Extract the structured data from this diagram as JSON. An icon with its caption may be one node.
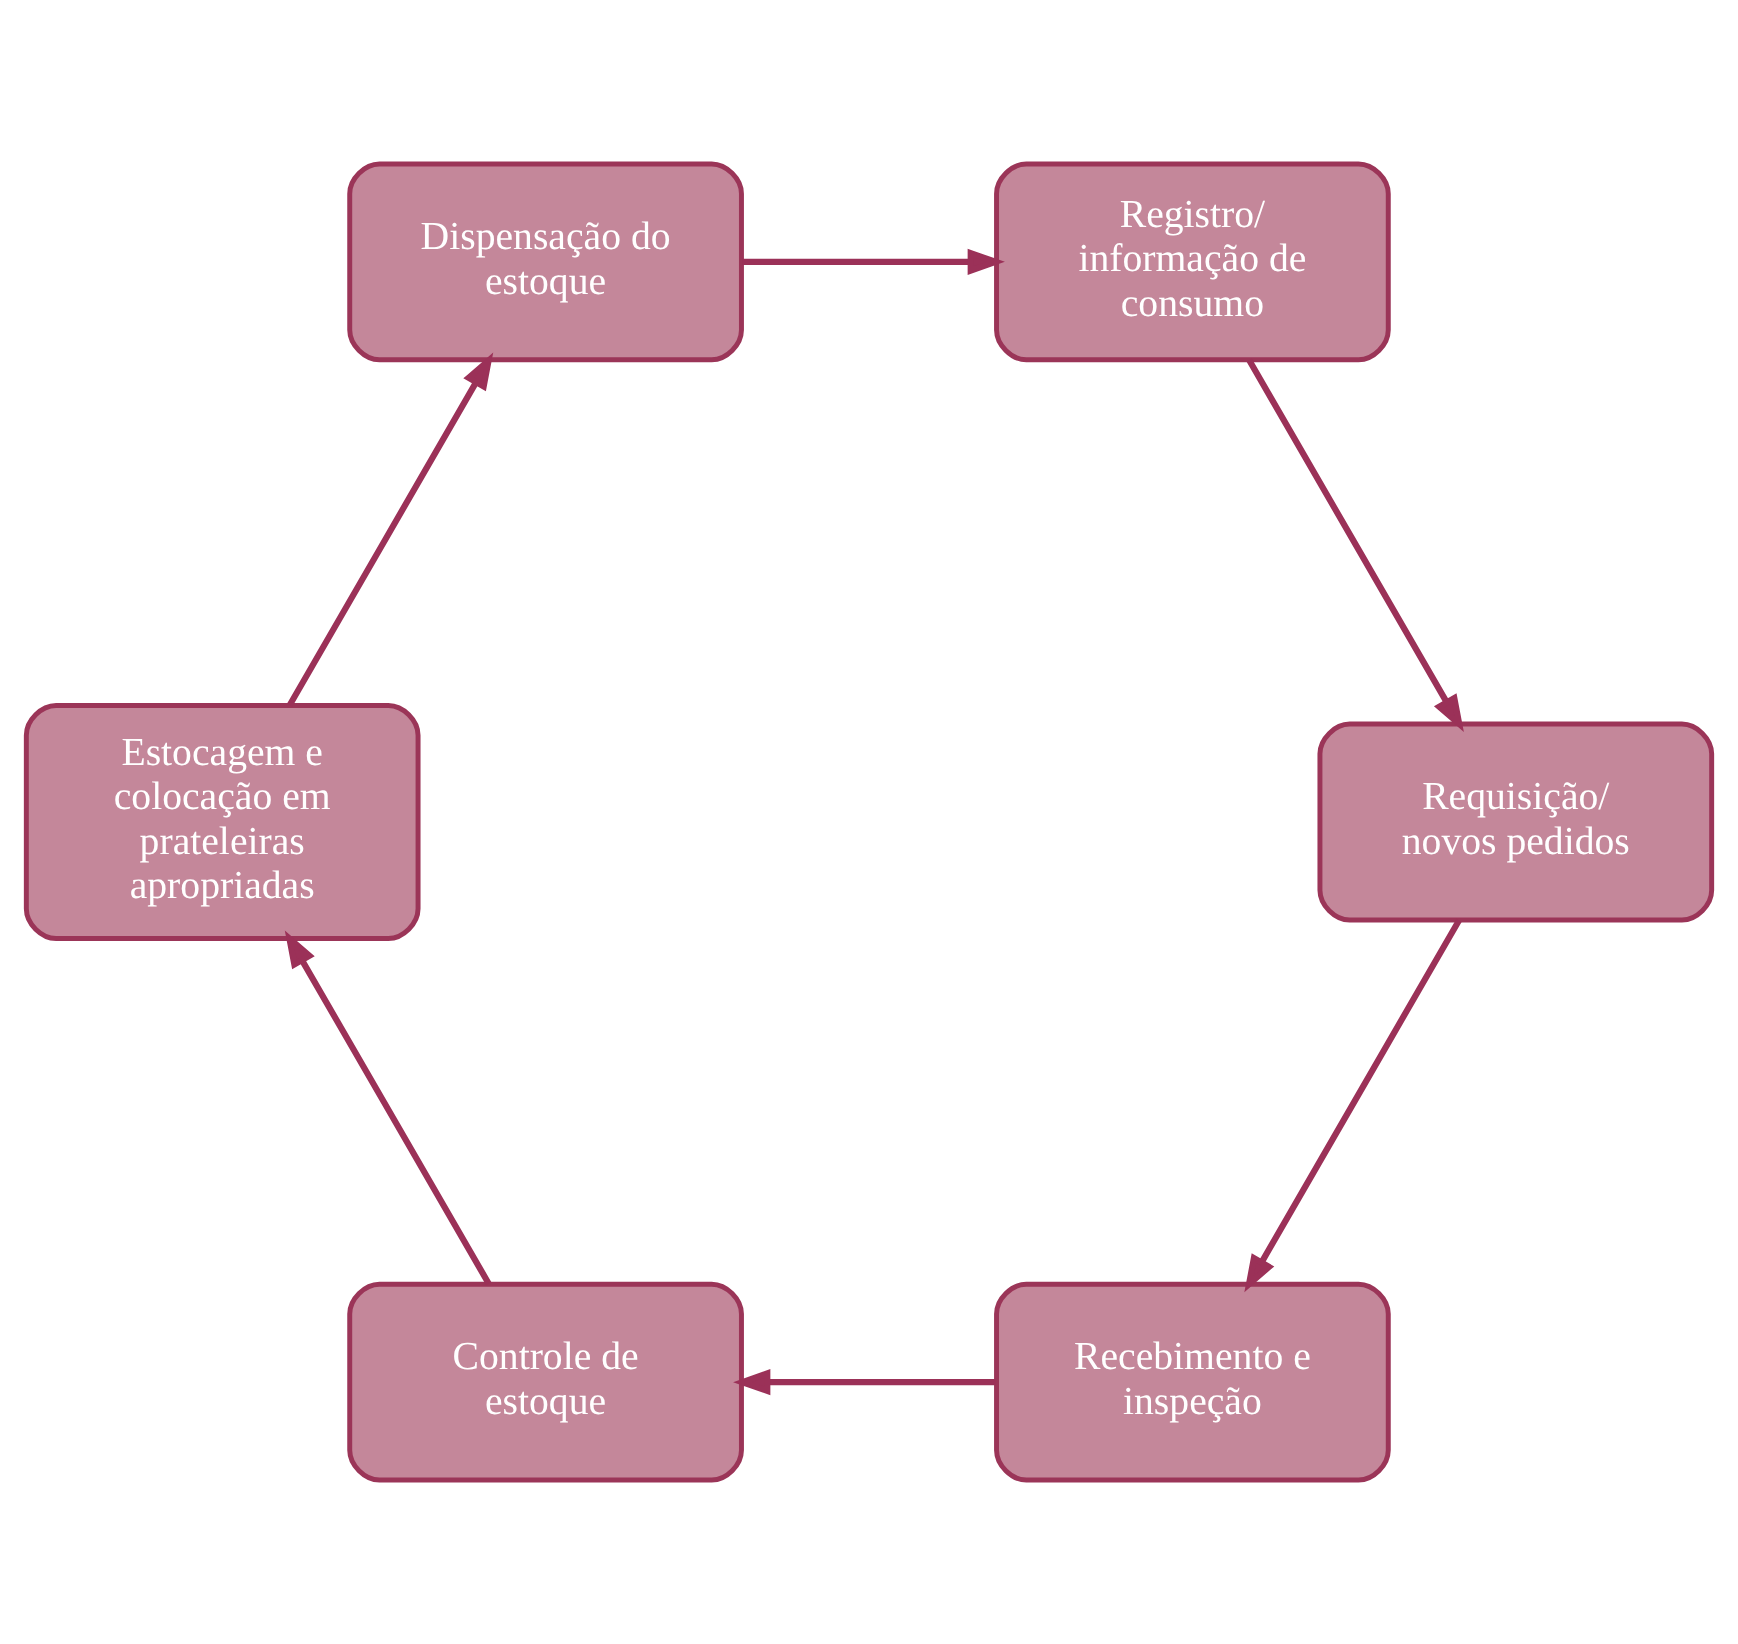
{
  "diagram": {
    "nodes": [
      {
        "text": [
          "Recebimento e inspeção"
        ]
      },
      {
        "text": [
          "Controle de estoque"
        ]
      },
      {
        "text": [
          "Estocagem e colocação em prateleiras apropriadas"
        ]
      },
      {
        "text": [
          "Dispensação do estoque"
        ]
      },
      {
        "text": [
          "Registro/ informação de consumo"
        ]
      },
      {
        "text": [
          "Requisição/ novos pedidos"
        ]
      }
    ],
    "edges": [
      {
        "from": 0,
        "to": 1,
        "arrow": "to"
      },
      {
        "from": 1,
        "to": 2,
        "arrow": "to"
      },
      {
        "from": 2,
        "to": 3,
        "arrow": "to"
      },
      {
        "from": 3,
        "to": 4,
        "arrow": "to"
      },
      {
        "from": 4,
        "to": 5,
        "arrow": "to"
      },
      {
        "from": 5,
        "to": 0,
        "arrow": "to"
      }
    ]
  }
}
